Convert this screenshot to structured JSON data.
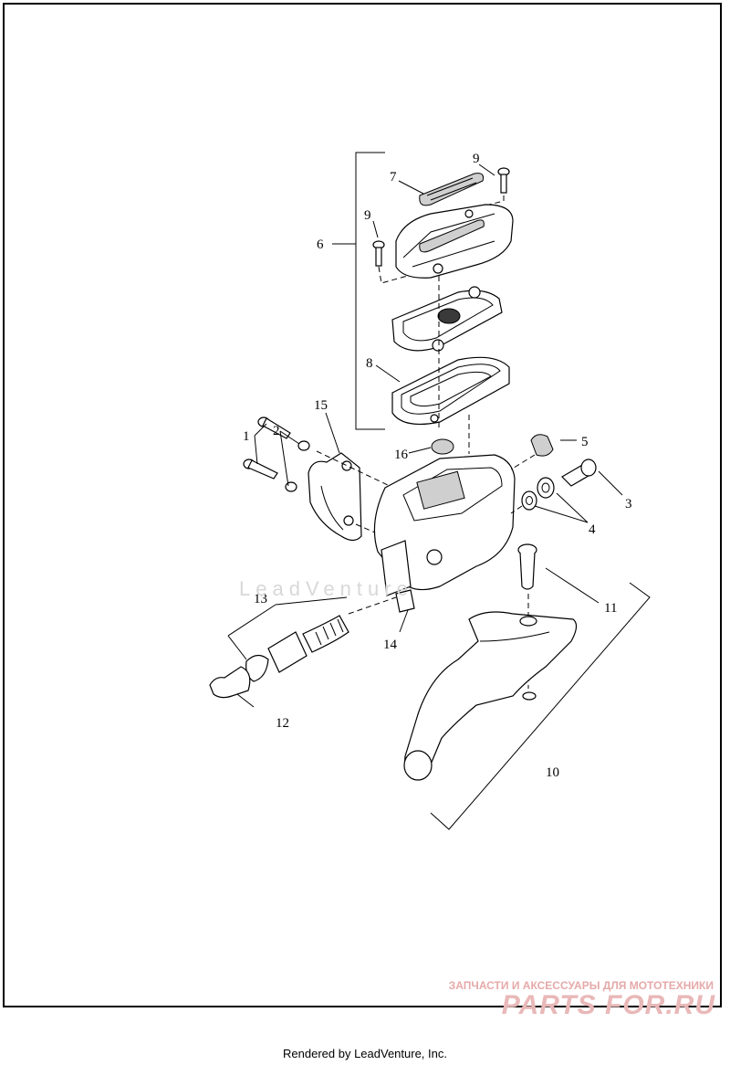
{
  "diagram": {
    "callouts": [
      "1",
      "2",
      "3",
      "4",
      "5",
      "6",
      "7",
      "8",
      "9",
      "9",
      "10",
      "11",
      "12",
      "13",
      "14",
      "15",
      "16"
    ]
  },
  "watermark": "LeadVenture",
  "shop": {
    "tagline": "ЗАПЧАСТИ И АКСЕССУАРЫ ДЛЯ МОТОТЕХНИКИ",
    "logo": "PARTS FOR.RU"
  },
  "footer": {
    "credit": "Rendered by LeadVenture, Inc."
  }
}
